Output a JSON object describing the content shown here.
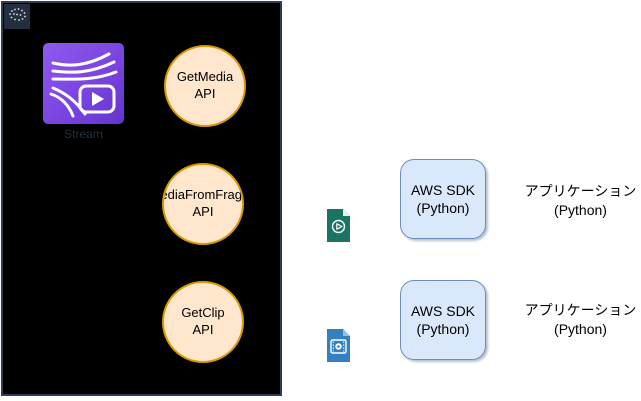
{
  "diagram": {
    "group_panel": {
      "fill": "#000000",
      "border_color": "#2E3C55",
      "corner_icon": "aws-cloud-icon",
      "corner_icon_fill": "#232F3E",
      "service": {
        "icon": "kinesis-video-streams-icon",
        "icon_color": "#7A44E0",
        "label": "Stream",
        "label_color": "#232F3E"
      },
      "api_circles": {
        "fill": "#FFE6CC",
        "border_color": "#D79B00",
        "items": [
          {
            "line1": "GetMedia",
            "line2": "API"
          },
          {
            "line1": "GetMediaFromFragments",
            "line2": "API"
          },
          {
            "line1": "GetClip",
            "line2": "API"
          }
        ]
      }
    },
    "right_side": {
      "file_icons": [
        {
          "name": "video-file-icon",
          "color": "#1B7362"
        },
        {
          "name": "image-file-icon",
          "color": "#3380C2"
        }
      ],
      "sdk_boxes": {
        "fill": "#DAE8FC",
        "border_color": "#6C8EBF",
        "items": [
          {
            "line1": "AWS SDK",
            "line2": "(Python)"
          },
          {
            "line1": "AWS SDK",
            "line2": "(Python)"
          }
        ]
      },
      "app_boxes": {
        "fill": "#FFFFFF",
        "items": [
          {
            "line1": "アプリケーション",
            "line2": "(Python)"
          },
          {
            "line1": "アプリケーション",
            "line2": "(Python)"
          }
        ]
      }
    }
  }
}
